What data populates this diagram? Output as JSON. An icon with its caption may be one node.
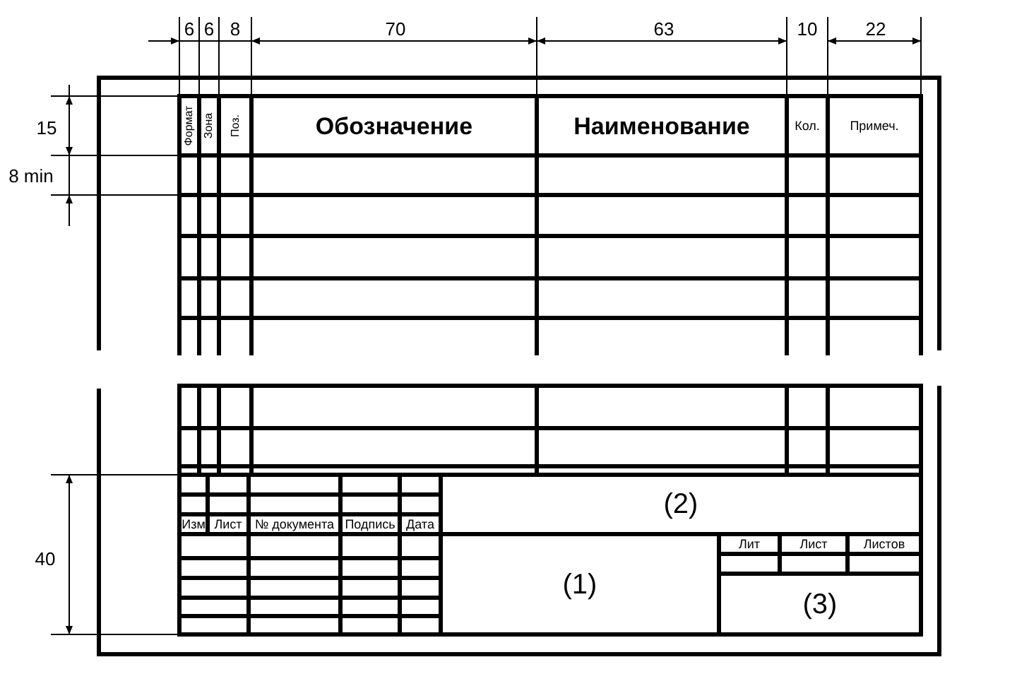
{
  "diagram": {
    "labels": [
      "6",
      "6",
      "8",
      "70",
      "63",
      "10",
      "22",
      "15",
      "Формат",
      "Зона",
      "Поз.",
      "Обозначение",
      "Наименование",
      "Кол.",
      "Примеч.",
      "8 min",
      "(2)",
      "Изм",
      "Лист",
      "№ документа",
      "Подпись",
      "Дата",
      "Лит",
      "Лист",
      "Листов",
      "40",
      "(1)",
      "(3)"
    ]
  }
}
